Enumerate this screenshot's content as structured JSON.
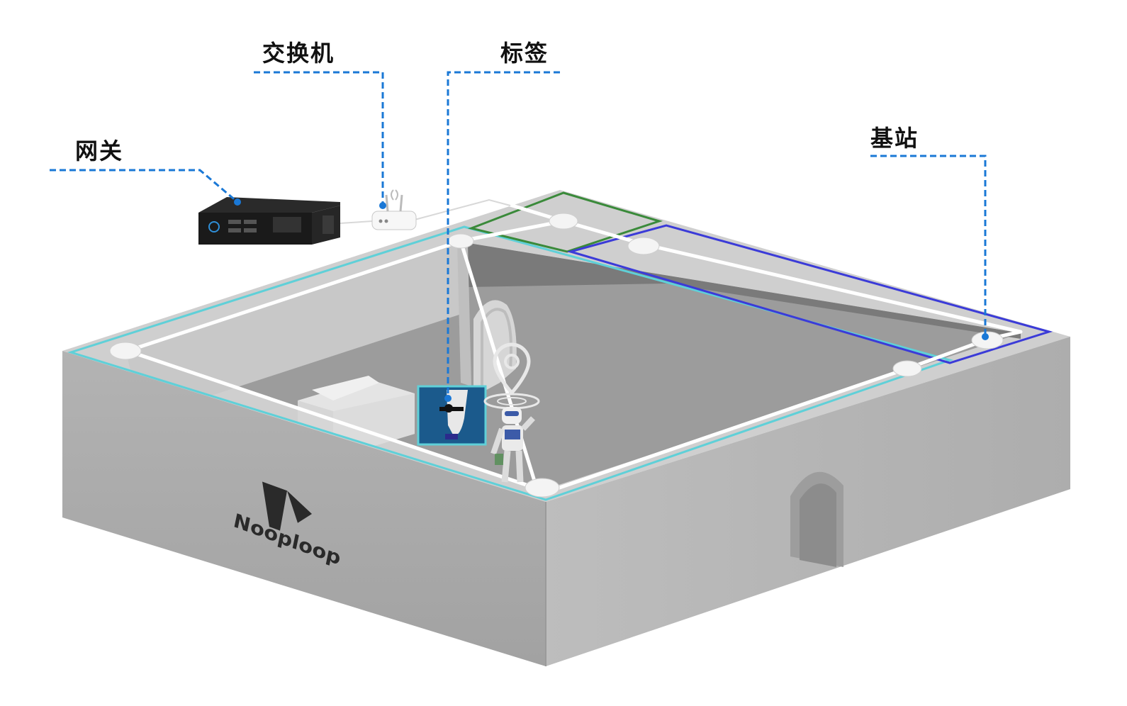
{
  "labels": {
    "gateway": "网关",
    "switch": "交换机",
    "tag": "标签",
    "anchor": "基站"
  },
  "brand": {
    "logo_text": "Nooploop"
  },
  "colors": {
    "callout_line": "#1a78d6",
    "wall_top": "#c9c9c9",
    "wall_front": "#a9a9a9",
    "wall_right": "#b8b8b8",
    "floor": "#9a9a9a",
    "room_main_outline": "#5fd0d8",
    "room_small_outline": "#3a8a3a",
    "room_right_outline": "#3b3bd8",
    "cable": "#ffffff",
    "tag_highlight": "#1b5a8c"
  },
  "icons": {
    "gateway": "mini-pc-icon",
    "switch": "wifi-router-icon",
    "anchor": "uwb-anchor-icon",
    "tag": "location-pin-icon",
    "robot": "robot-icon"
  }
}
